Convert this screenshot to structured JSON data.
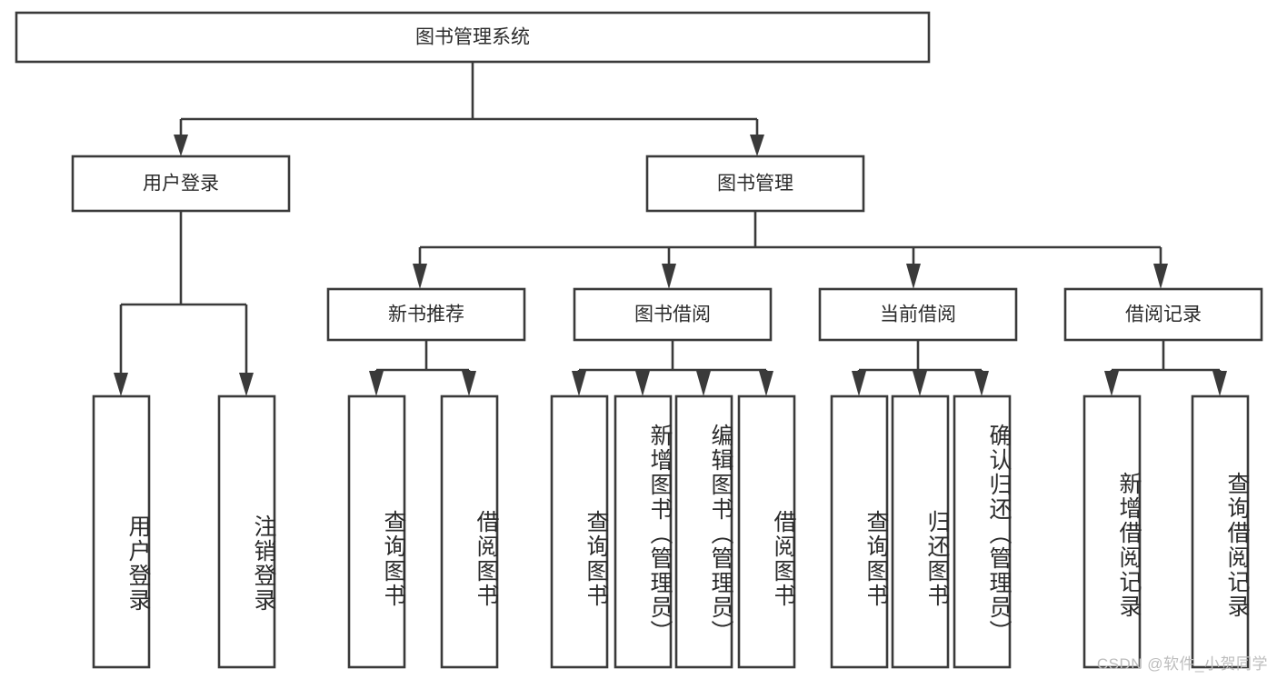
{
  "diagram": {
    "title": "图书管理系统",
    "type": "hierarchy-tree",
    "watermark": "CSDN @软件_小贺同学",
    "colors": {
      "box_stroke": "#3a3a3a",
      "box_fill": "#ffffff",
      "text": "#2b2b2b",
      "background": "#ffffff",
      "watermark": "#bdbdbd"
    },
    "levels": {
      "root": {
        "label": "图书管理系统"
      },
      "level2": [
        {
          "label": "用户登录"
        },
        {
          "label": "图书管理"
        }
      ],
      "level3": [
        {
          "label": "新书推荐"
        },
        {
          "label": "图书借阅"
        },
        {
          "label": "当前借阅"
        },
        {
          "label": "借阅记录"
        }
      ],
      "leaves": {
        "user_login": [
          {
            "label": "用户登录"
          },
          {
            "label": "注销登录"
          }
        ],
        "new_book_recommend": [
          {
            "label": "查询图书"
          },
          {
            "label": "借阅图书"
          }
        ],
        "book_borrow": [
          {
            "label": "查询图书"
          },
          {
            "label": "新增图书（管理员）"
          },
          {
            "label": "编辑图书（管理员）"
          },
          {
            "label": "借阅图书"
          }
        ],
        "current_borrow": [
          {
            "label": "查询图书"
          },
          {
            "label": "归还图书"
          },
          {
            "label": "确认归还（管理员）"
          }
        ],
        "borrow_record": [
          {
            "label": "新增借阅记录"
          },
          {
            "label": "查询借阅记录"
          }
        ]
      }
    }
  }
}
